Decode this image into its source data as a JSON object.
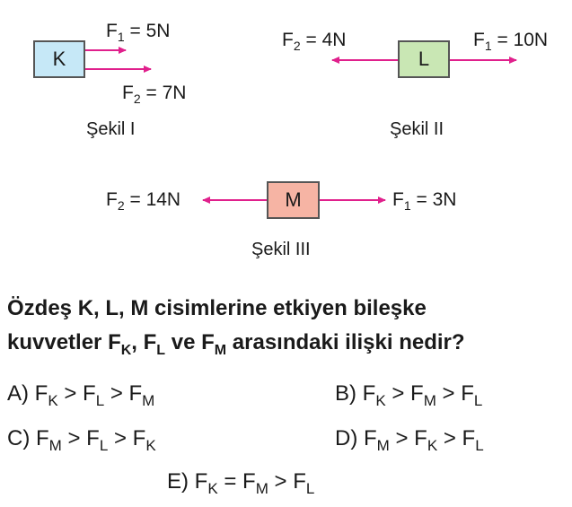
{
  "figures": [
    {
      "body": "K",
      "caption": "Şekil I",
      "color": "#c6e8f7",
      "forces": [
        {
          "symbol": "F",
          "index": "1",
          "value": "= 5N"
        },
        {
          "symbol": "F",
          "index": "2",
          "value": "= 7N"
        }
      ]
    },
    {
      "body": "L",
      "caption": "Şekil II",
      "color": "#c9e7b4",
      "forces": [
        {
          "symbol": "F",
          "index": "2",
          "value": "= 4N"
        },
        {
          "symbol": "F",
          "index": "1",
          "value": "= 10N"
        }
      ]
    },
    {
      "body": "M",
      "caption": "Şekil III",
      "color": "#f6b4a4",
      "forces": [
        {
          "symbol": "F",
          "index": "2",
          "value": "= 14N"
        },
        {
          "symbol": "F",
          "index": "1",
          "value": "= 3N"
        }
      ]
    }
  ],
  "arrow_color": "#e0208c",
  "question": {
    "line1": "Özdeş K, L, M cisimlerine etkiyen bileşke",
    "line2_start": "kuvvetler F",
    "line2_k": "K",
    "line2_comma": ", F",
    "line2_l": "L",
    "line2_mid": " ve F",
    "line2_m": "M",
    "line2_end": " arasındaki ilişki nedir?"
  },
  "options": [
    {
      "letter": "A)",
      "terms": [
        "K",
        "L",
        "M"
      ],
      "ops": [
        ">",
        ">"
      ]
    },
    {
      "letter": "B)",
      "terms": [
        "K",
        "M",
        "L"
      ],
      "ops": [
        ">",
        ">"
      ]
    },
    {
      "letter": "C)",
      "terms": [
        "M",
        "L",
        "K"
      ],
      "ops": [
        ">",
        ">"
      ]
    },
    {
      "letter": "D)",
      "terms": [
        "M",
        "K",
        "L"
      ],
      "ops": [
        ">",
        ">"
      ]
    },
    {
      "letter": "E)",
      "terms": [
        "K",
        "M",
        "L"
      ],
      "ops": [
        "=",
        ">"
      ]
    }
  ]
}
